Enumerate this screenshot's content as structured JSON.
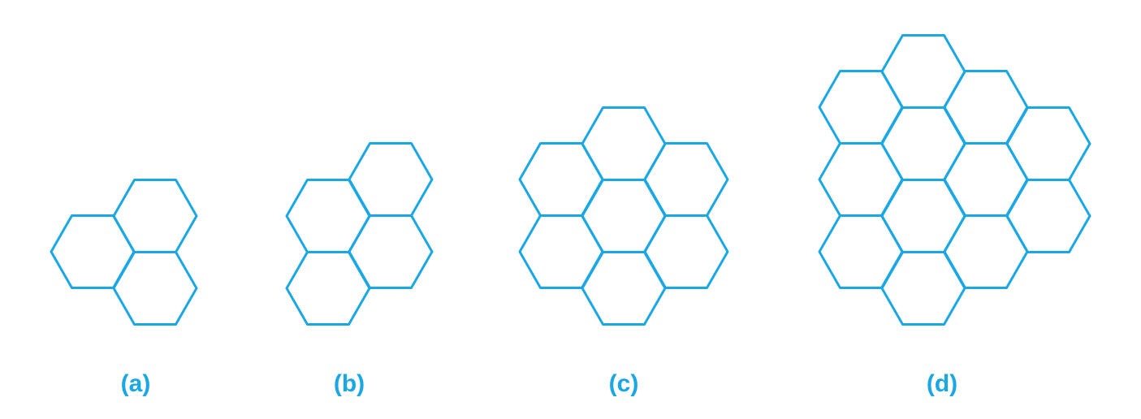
{
  "colors": {
    "stroke": "#1aa7e6",
    "label": "#1aa7e6",
    "background": "#ffffff"
  },
  "panels": [
    {
      "label": "(a)",
      "hexagon_count": 3
    },
    {
      "label": "(b)",
      "hexagon_count": 4
    },
    {
      "label": "(c)",
      "hexagon_count": 7
    },
    {
      "label": "(d)",
      "hexagon_count": 12
    }
  ]
}
